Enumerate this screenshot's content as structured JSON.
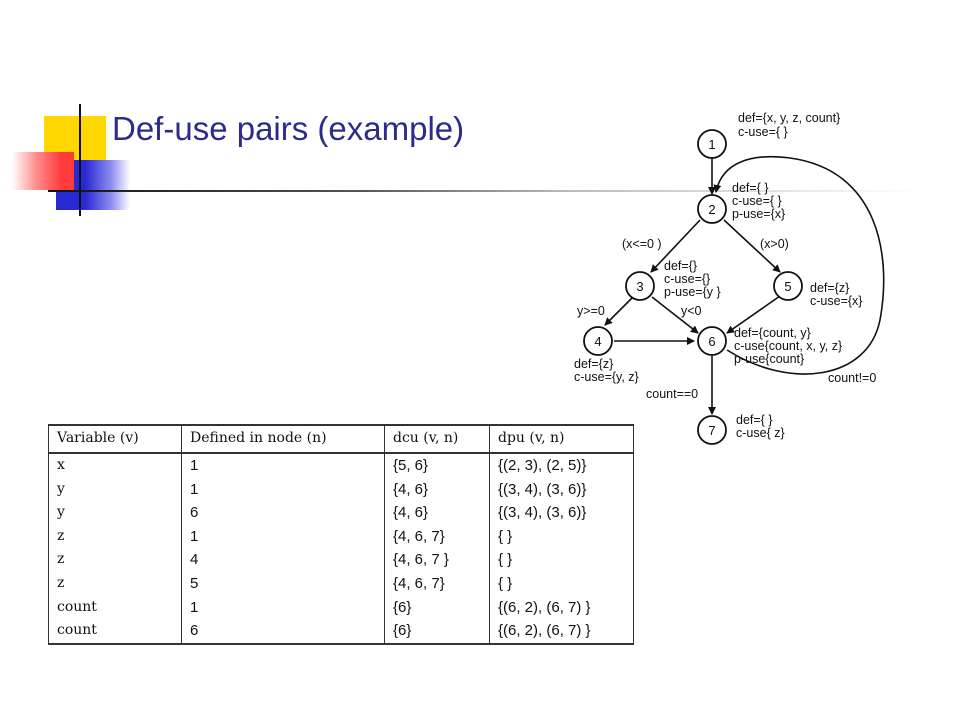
{
  "slide": {
    "title": "Def-use pairs (example)",
    "colors": {
      "title": "#2b2b8c",
      "yellow": "#ffd700",
      "red": "#ff3b3b",
      "blue": "#2a2ad4"
    }
  },
  "graph": {
    "nodes": [
      {
        "id": "1",
        "annotations": [
          "def={x, y, z, count}",
          "c-use={ }"
        ]
      },
      {
        "id": "2",
        "annotations": [
          "def={ }",
          "c-use={ }",
          "p-use={x}"
        ]
      },
      {
        "id": "3",
        "annotations": [
          "def={}",
          "c-use={}",
          "p-use={y }"
        ]
      },
      {
        "id": "4",
        "annotations": [
          "def={z}",
          "c-use={y, z}"
        ]
      },
      {
        "id": "5",
        "annotations": [
          "def={z}",
          "c-use={x}"
        ]
      },
      {
        "id": "6",
        "annotations": [
          "def={count, y}",
          "c-use{count, x, y, z}",
          "p-use{count}"
        ]
      },
      {
        "id": "7",
        "annotations": [
          "def={ }",
          "c-use{ z}"
        ]
      }
    ],
    "edge_labels": {
      "e2_3": "(x<=0 )",
      "e2_5": "(x>0)",
      "e3_4": "y>=0",
      "e3_6": "y<0",
      "e6_7": "count==0",
      "e6_2": "count!=0"
    }
  },
  "table": {
    "headers": [
      "Variable (v)",
      "Defined in node (n)",
      "dcu (v, n)",
      "dpu (v, n)"
    ],
    "rows": [
      [
        "x",
        "1",
        "{5, 6}",
        "{(2, 3), (2, 5)}"
      ],
      [
        "y",
        "1",
        "{4, 6}",
        "{(3, 4), (3, 6)}"
      ],
      [
        "y",
        "6",
        "{4, 6}",
        "{(3, 4), (3, 6)}"
      ],
      [
        "z",
        "1",
        "{4, 6, 7}",
        "{ }"
      ],
      [
        "z",
        "4",
        "{4, 6, 7 }",
        "{ }"
      ],
      [
        "z",
        "5",
        "{4, 6, 7}",
        "{ }"
      ],
      [
        "count",
        "1",
        "{6}",
        "{(6, 2), (6, 7) }"
      ],
      [
        "count",
        "6",
        "{6}",
        "{(6, 2), (6, 7) }"
      ]
    ]
  }
}
